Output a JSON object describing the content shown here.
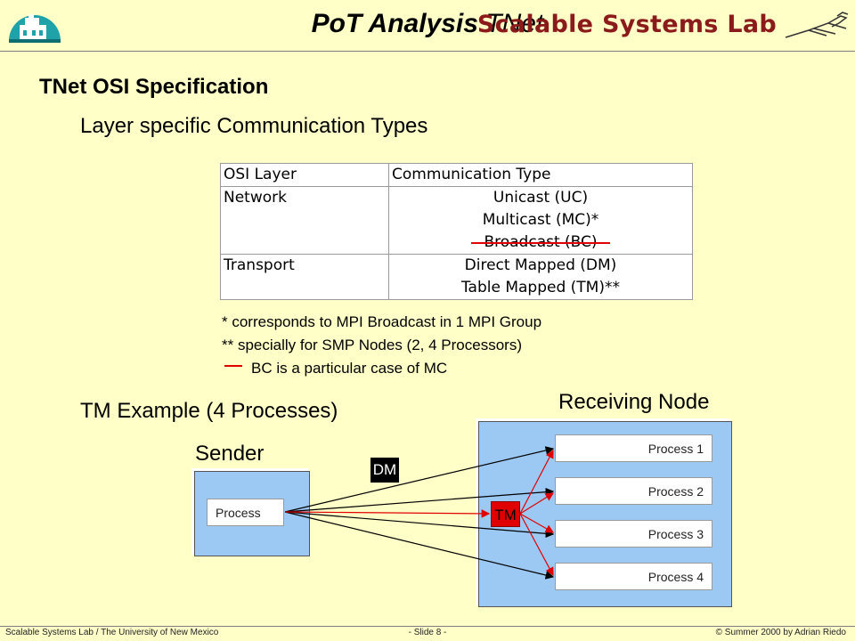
{
  "header": {
    "title_bold": "PoT Analysis",
    "title_rest": " TNet",
    "lab_logo": "Scalable Systems Lab"
  },
  "section_title": "TNet OSI Specification",
  "subtitle_layers": "Layer specific Communication Types",
  "table": {
    "headers": [
      "OSI Layer",
      "Communication Type"
    ],
    "rows": [
      {
        "layer": "Network",
        "types": [
          "Unicast (UC)",
          "Multicast (MC)*",
          "Broadcast (BC)"
        ]
      },
      {
        "layer": "Transport",
        "types": [
          "Direct Mapped (DM)",
          "Table Mapped (TM)**"
        ]
      }
    ]
  },
  "notes": [
    "*  corresponds to MPI Broadcast in 1 MPI Group",
    "**  specially for SMP Nodes (2, 4 Processors)",
    "BC is a particular case of MC"
  ],
  "subtitle_example": "TM Example (4 Processes)",
  "diagram": {
    "sender_label": "Sender",
    "sender_process": "Process",
    "receiver_label": "Receiving Node",
    "receiver_processes": [
      "Process 1",
      "Process 2",
      "Process 3",
      "Process 4"
    ],
    "dm_label": "DM",
    "tm_label": "TM",
    "colors": {
      "node_fill": "#9CC8F4",
      "tm_fill": "#E00000",
      "tm_lines": "#E00000",
      "dm_lines": "#000000"
    }
  },
  "footer": {
    "left": "Scalable Systems Lab / The University of New Mexico",
    "center": "- Slide 8 -",
    "right": "© Summer 2000 by Adrian Riedo"
  },
  "icons": {
    "left_logo": "unm-building-logo",
    "right_logo": "roadrunner-logo"
  }
}
